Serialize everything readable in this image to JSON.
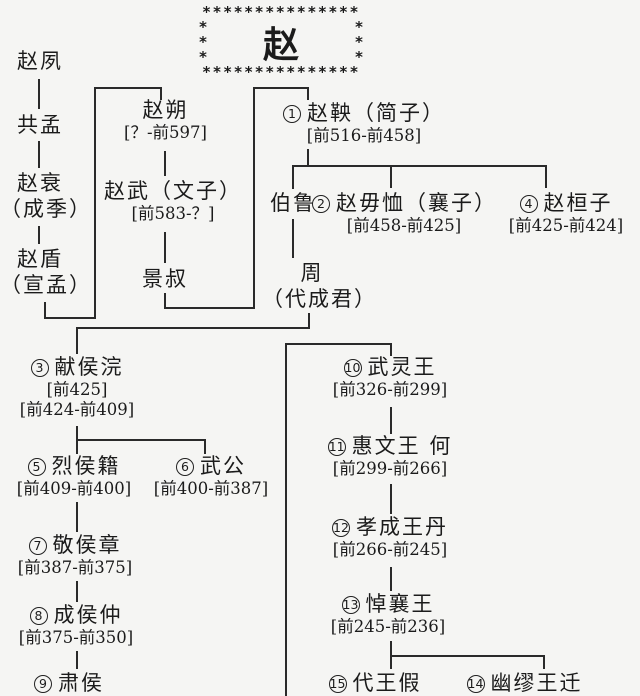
{
  "title": {
    "text": "赵",
    "border_top": "***************",
    "border_bottom": "***************",
    "border_side": "*"
  },
  "colors": {
    "line": "#2a2a2a",
    "text": "#1b1b1b",
    "background": "#f5f5f3"
  },
  "people": {
    "zhao_su": {
      "name": "赵夙"
    },
    "gong_meng": {
      "name": "共孟"
    },
    "zhao_cui": {
      "name": "赵衰",
      "alias": "（成季）"
    },
    "zhao_dun": {
      "name": "赵盾",
      "alias": "（宣孟）"
    },
    "zhao_shuo": {
      "name": "赵朔",
      "dates": "[？-前597]"
    },
    "zhao_wu": {
      "name": "赵武（文子）",
      "dates": "[前583-？]"
    },
    "jing_shu": {
      "name": "景叔"
    },
    "zhao_yang": {
      "num": "1",
      "name": "赵鞅（简子）",
      "dates": "[前516-前458]"
    },
    "bo_lu": {
      "name": "伯鲁"
    },
    "zhao_wuxu": {
      "num": "2",
      "name": "赵毋恤（襄子）",
      "dates": "[前458-前425]"
    },
    "zhao_huanzi": {
      "num": "4",
      "name": "赵桓子",
      "dates": "[前425-前424]"
    },
    "zhou": {
      "name": "周",
      "alias": "（代成君）"
    },
    "xian_hou": {
      "num": "3",
      "name": "献侯浣",
      "dates": "[前425]",
      "dates2": "[前424-前409]"
    },
    "lie_hou": {
      "num": "5",
      "name": "烈侯籍",
      "dates": "[前409-前400]"
    },
    "wu_gong": {
      "num": "6",
      "name": "武公",
      "dates": "[前400-前387]"
    },
    "jing_hou": {
      "num": "7",
      "name": "敬侯章",
      "dates": "[前387-前375]"
    },
    "cheng_hou": {
      "num": "8",
      "name": "成侯仲",
      "dates": "[前375-前350]"
    },
    "su_hou": {
      "num": "9",
      "name": "肃侯"
    },
    "wu_ling": {
      "num": "10",
      "name": "武灵王",
      "dates": "[前326-前299]"
    },
    "hui_wen": {
      "num": "11",
      "name": "惠文王 何",
      "dates": "[前299-前266]"
    },
    "xiao_cheng": {
      "num": "12",
      "name": "孝成王丹",
      "dates": "[前266-前245]"
    },
    "dao_xiang": {
      "num": "13",
      "name": "悼襄王",
      "dates": "[前245-前236]"
    },
    "dai_wang": {
      "num": "15",
      "name": "代王假"
    },
    "you_miu": {
      "num": "14",
      "name": "幽缪王迁"
    }
  }
}
